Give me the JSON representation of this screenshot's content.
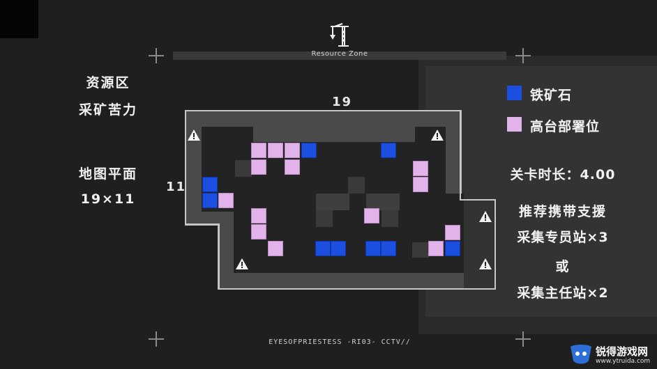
{
  "header": {
    "title": "Resource Zone",
    "icon": "crane-icon"
  },
  "left_info": {
    "zone_line1": "资源区",
    "zone_line2": "采矿苦力",
    "map_line1": "地图平面",
    "map_line2": "19×11"
  },
  "map": {
    "width_label": "19",
    "height_label": "11",
    "ore_color": "#1a4fe0",
    "deploy_color": "#e2b3ea"
  },
  "legend": {
    "ore_label": "铁矿石",
    "deploy_label": "高台部署位"
  },
  "stage_info": {
    "time_line": "关卡时长：4.00",
    "recommend_line": "推荐携带支援",
    "option1": "采集专员站×3",
    "or_word": "或",
    "option2": "采集主任站×2"
  },
  "footer": {
    "text": "EYESOFPRIESTESS -RI03- CCTV//"
  },
  "watermark": {
    "title": "锐得游戏网",
    "url": "www.ytruida.com"
  }
}
